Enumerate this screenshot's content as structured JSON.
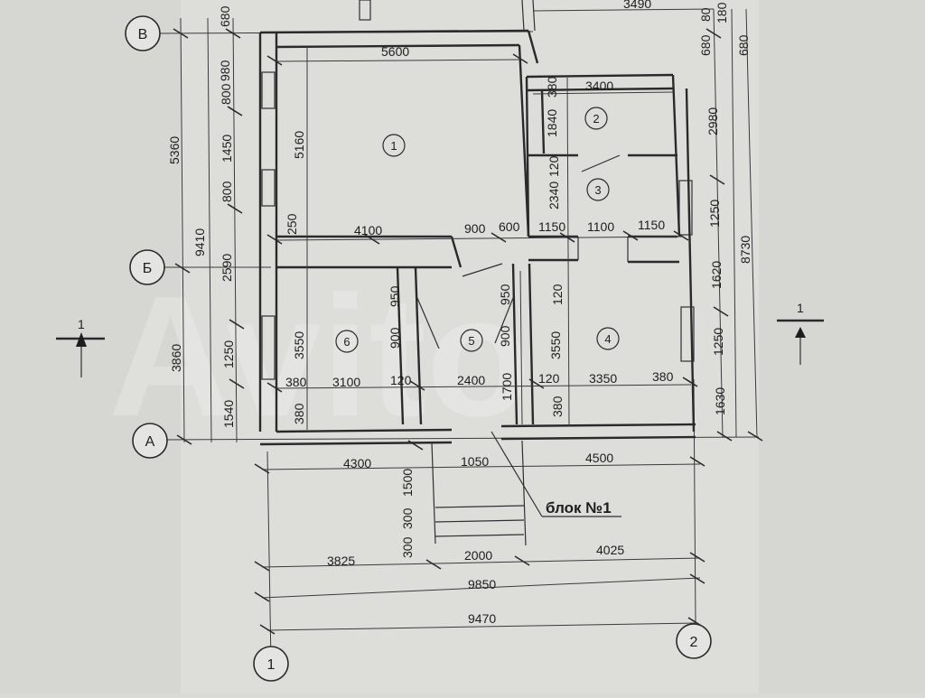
{
  "axes": {
    "row_v": "В",
    "row_b": "Б",
    "row_a": "А",
    "col_1": "1",
    "col_2": "2"
  },
  "section_marker": {
    "left": "1",
    "right": "1"
  },
  "rooms": [
    "1",
    "2",
    "3",
    "4",
    "5",
    "6"
  ],
  "block_label": "блок №1",
  "watermark": "Avito",
  "dims_h": {
    "top_right": "3490",
    "room1_width": "5600",
    "room2_width": "3400",
    "mid_4100": "4100",
    "mid_900": "900",
    "mid_600": "600",
    "mid_1150a": "1150",
    "mid_1100": "1100",
    "mid_1150b": "1150",
    "low_380a": "380",
    "low_3100": "3100",
    "low_120a": "120",
    "low_2400": "2400",
    "low_120b": "120",
    "low_3350": "3350",
    "low_380b": "380",
    "porch_4300": "4300",
    "porch_1050": "1050",
    "porch_4500": "4500",
    "row_3825": "3825",
    "row_2000": "2000",
    "row_4025": "4025",
    "total_9850": "9850",
    "total_9470": "9470"
  },
  "dims_v": {
    "l_680": "680",
    "l_980": "980",
    "l_800a": "800",
    "l_1450": "1450",
    "l_800b": "800",
    "l_250": "250",
    "l_2590": "2590",
    "l_1250": "1250",
    "l_1540": "1540",
    "l_5360": "5360",
    "l_9410": "9410",
    "l_3860": "3860",
    "l_5160": "5160",
    "l_3550": "3550",
    "l_380": "380",
    "m_950a": "950",
    "m_900a": "900",
    "m_950b": "950",
    "m_900b": "900",
    "m_1700": "1700",
    "p_1500": "1500",
    "p_300a": "300",
    "p_300b": "300",
    "r2_380": "380",
    "r2_1840": "1840",
    "r2_120": "120",
    "r2_2340": "2340",
    "r4_120": "120",
    "r4_3550": "3550",
    "r4_380": "380",
    "r_680a": "680",
    "r_680b": "680",
    "r_80": "80",
    "r_180": "180",
    "r_2980": "2980",
    "r_1250a": "1250",
    "r_1620": "1620",
    "r_1250b": "1250",
    "r_1630": "1630",
    "r_8730": "8730"
  }
}
